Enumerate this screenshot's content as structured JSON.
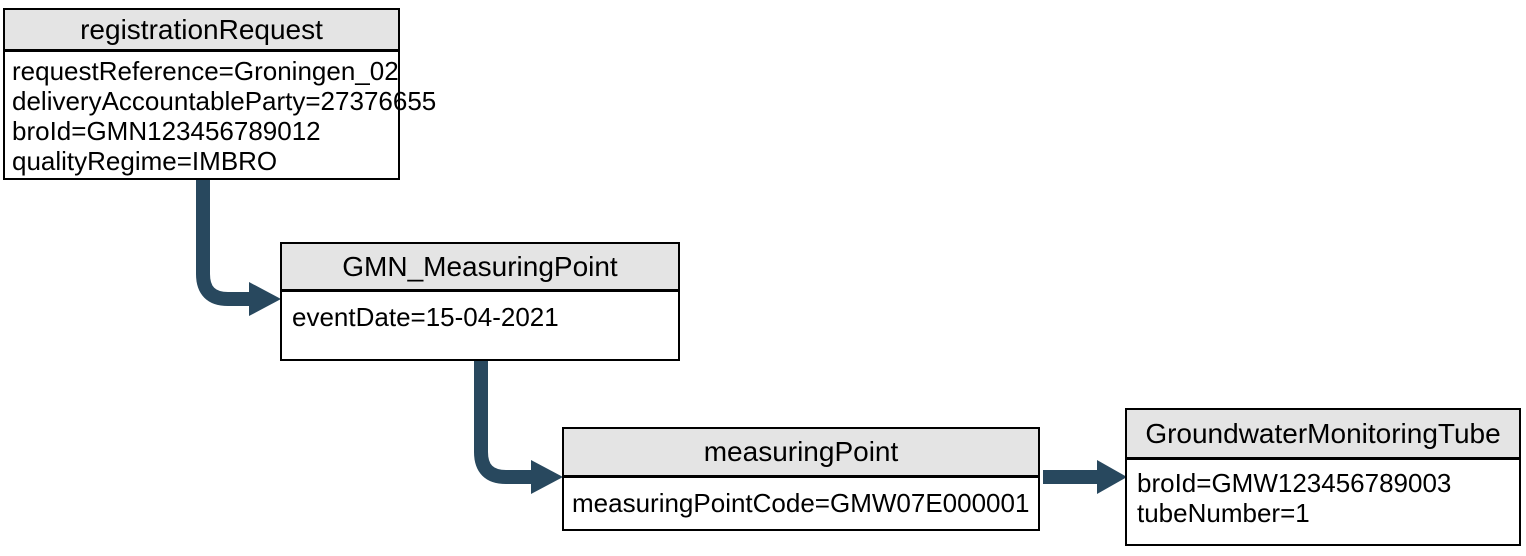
{
  "diagram": {
    "kind": "object-relationship-diagram",
    "colors": {
      "connector": "#28485E",
      "node_header_fill": "#e4e4e4",
      "node_body_fill": "#ffffff",
      "node_border": "#000000",
      "text": "#000000",
      "background": "#ffffff"
    },
    "nodes": [
      {
        "title": "registrationRequest",
        "attributes": [
          "requestReference=Groningen_02",
          "deliveryAccountableParty=27376655",
          "broId=GMN123456789012",
          "qualityRegime=IMBRO"
        ]
      },
      {
        "title": "GMN_MeasuringPoint",
        "attributes": [
          "eventDate=15-04-2021"
        ]
      },
      {
        "title": "measuringPoint",
        "attributes": [
          "measuringPointCode=GMW07E000001"
        ]
      },
      {
        "title": "GroundwaterMonitoringTube",
        "attributes": [
          "broId=GMW123456789003",
          "tubeNumber=1"
        ]
      }
    ],
    "edges": [
      {
        "from": "registrationRequest",
        "to": "GMN_MeasuringPoint",
        "style": "elbow-down-right"
      },
      {
        "from": "GMN_MeasuringPoint",
        "to": "measuringPoint",
        "style": "elbow-down-right"
      },
      {
        "from": "measuringPoint",
        "to": "GroundwaterMonitoringTube",
        "style": "straight-right"
      }
    ]
  }
}
